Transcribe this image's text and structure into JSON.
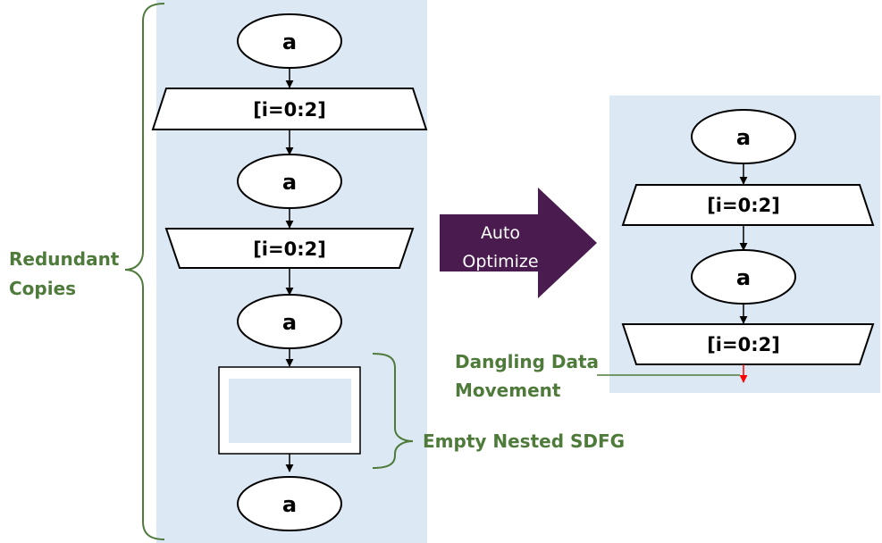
{
  "colors": {
    "panel": "#dde8f5",
    "node_stroke": "#000000",
    "annotation": "#4e7a3a",
    "transform_arrow": "#4a1b4f",
    "dangling_edge": "#ff0000"
  },
  "left_graph": {
    "access_1": "a",
    "map_1": "[i=0:2]",
    "access_2": "a",
    "map_2": "[i=0:2]",
    "access_3": "a",
    "access_4": "a"
  },
  "right_graph": {
    "access_1": "a",
    "map_1": "[i=0:2]",
    "access_2": "a",
    "map_2": "[i=0:2]"
  },
  "transform": {
    "line1": "Auto",
    "line2": "Optimize"
  },
  "annotations": {
    "redundant_line1": "Redundant",
    "redundant_line2": "Copies",
    "empty_nested": "Empty Nested SDFG",
    "dangling_line1": "Dangling Data",
    "dangling_line2": "Movement"
  }
}
